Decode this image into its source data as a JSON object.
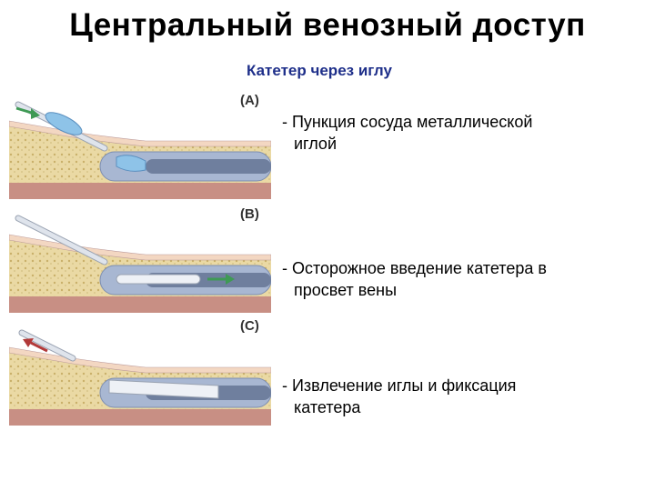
{
  "title": "Центральный венозный доступ",
  "subtitle": "Катетер через иглу",
  "panels": [
    {
      "label": "(A)",
      "line1": "- Пункция сосуда металлической",
      "line2": "иглой"
    },
    {
      "label": "(B)",
      "line1": "- Осторожное введение катетера в",
      "line2": "просвет вены"
    },
    {
      "label": "(C)",
      "line1": "- Извлечение иглы и фиксация",
      "line2": "катетера"
    }
  ],
  "colors": {
    "skin": "#f3d7c2",
    "fat": "#ead9a4",
    "muscle": "#c88f84",
    "vein": "#a8b7d2",
    "vein_lumen": "#6f7f9e",
    "needle": "#dfe4ec",
    "catheter_blue": "#8ec3e8",
    "arrow_in": "#3f9a55",
    "arrow_out": "#b23a3a"
  },
  "icons": [
    "arrow-right-icon",
    "arrow-left-icon"
  ]
}
